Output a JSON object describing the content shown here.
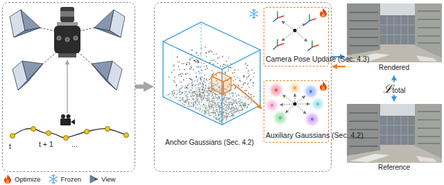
{
  "diagram": {
    "nodes": [
      {
        "text": [
          "t",
          "t + 1",
          "..."
        ]
      },
      {
        "text": [
          "Anchor Gaussians (Sec. 4.2)"
        ]
      },
      {
        "text": [
          "Camera Pose Update (Sec. 4.3)"
        ],
        "in": 1
      },
      {
        "text": [
          "Auxiliary Gaussians (Sec. 4.2)"
        ],
        "in": 1
      },
      {
        "text": [
          "Rendered"
        ]
      },
      {
        "text": [
          "Reference"
        ]
      }
    ],
    "edges": [
      {
        "from": 0,
        "to": 1,
        "arrow": "to"
      },
      {
        "from": 1,
        "to": 4,
        "arrow": "to"
      },
      {
        "from": 4,
        "to": 1,
        "arrow": "to"
      },
      {
        "from": 4,
        "to": 5,
        "label": "ℒtotal",
        "arrow": "both"
      }
    ],
    "legend": [
      {
        "text": "Optimize"
      },
      {
        "text": "Frozen"
      },
      {
        "text": "View"
      }
    ]
  }
}
